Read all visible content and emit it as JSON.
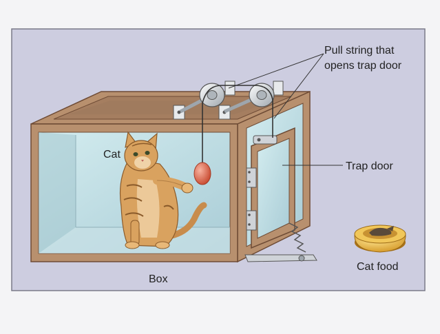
{
  "labels": {
    "pull_string_line1": "Pull string that",
    "pull_string_line2": "opens trap door",
    "trap_door": "Trap door",
    "cat": "Cat",
    "box": "Box",
    "cat_food": "Cat food"
  },
  "colors": {
    "page_background": "#f4f4f6",
    "panel_background": "#cdcde0",
    "panel_border": "#7a7a88",
    "box_wood": "#b8906e",
    "box_wood_dark": "#8a6248",
    "glass": "#b9dbe2",
    "pulley": "#cfd3d8",
    "weight": "#e0654a",
    "cat_fur": "#d9a25f",
    "food_bowl": "#e8b23c"
  }
}
